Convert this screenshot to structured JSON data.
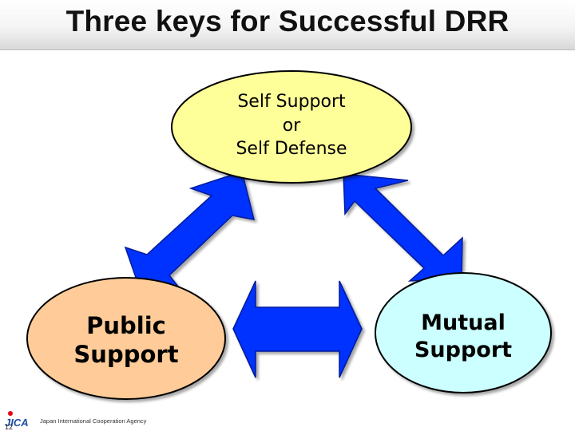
{
  "slide": {
    "title": "Three keys for Successful DRR",
    "page_number": "12"
  },
  "nodes": {
    "top": {
      "lines": [
        "Self Support",
        "or",
        "Self Defense"
      ],
      "fill": "#ffff99"
    },
    "left": {
      "lines": [
        "Public",
        "Support"
      ],
      "fill": "#ffcc99"
    },
    "right": {
      "lines": [
        "Mutual",
        "Support"
      ],
      "fill": "#ccffff"
    }
  },
  "arrows": {
    "fill": "#0033ff",
    "count": 3,
    "style": "double-headed"
  },
  "footer": {
    "logo_text": "JICA",
    "agency": "Japan International Cooperation Agency"
  },
  "colors": {
    "title_bar": "#e6e6e6",
    "logo_blue": "#1f4ea3"
  }
}
